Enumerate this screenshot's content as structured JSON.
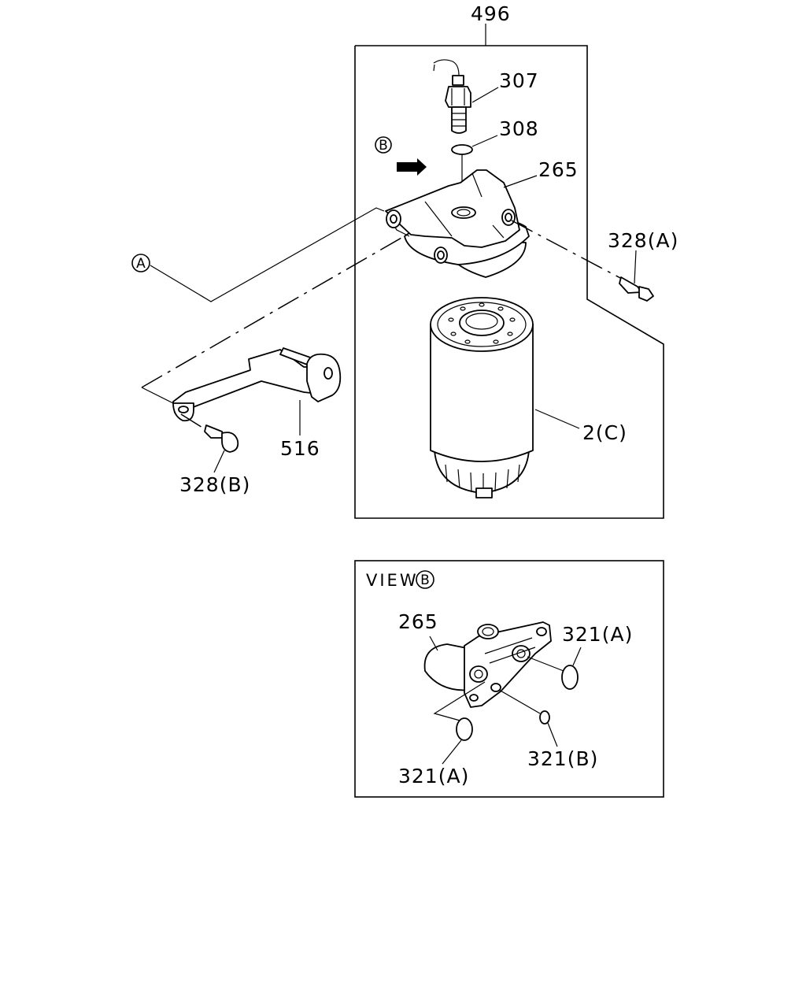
{
  "callouts": {
    "assembly": "496",
    "sensor": "307",
    "oring": "308",
    "head": "265",
    "bolt_a": "328(A)",
    "bolt_b": "328(B)",
    "bracket": "516",
    "element": "2(C)",
    "ref_a": "A",
    "ref_b": "B"
  },
  "view": {
    "title": "VIEW",
    "marker": "B",
    "head": "265",
    "oring_a_upper": "321(A)",
    "oring_a_lower": "321(A)",
    "oring_b": "321(B)"
  }
}
